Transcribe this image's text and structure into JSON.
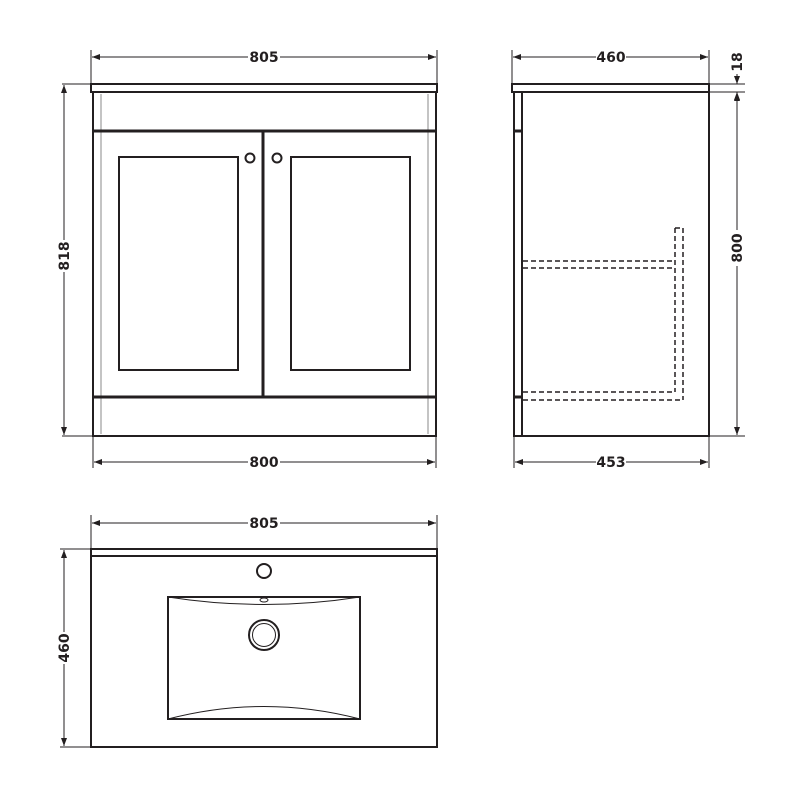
{
  "front_view": {
    "top_width": "805",
    "height": "818",
    "base_width": "800"
  },
  "side_view": {
    "top_depth": "460",
    "top_thickness": "18",
    "body_height": "800",
    "base_depth": "453"
  },
  "plan_view": {
    "width": "805",
    "depth": "460"
  },
  "colors": {
    "line": "#231f20",
    "faint_line": "#b0b0b0",
    "background": "#ffffff"
  }
}
